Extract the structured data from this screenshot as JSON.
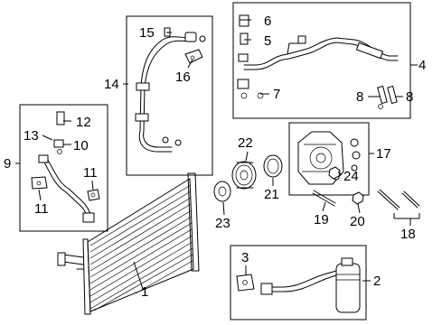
{
  "callouts": {
    "c1": "1",
    "c2": "2",
    "c3": "3",
    "c4": "4",
    "c5": "5",
    "c6": "6",
    "c7": "7",
    "c8a": "8",
    "c8b": "8",
    "c9": "9",
    "c10": "10",
    "c11a": "11",
    "c11b": "11",
    "c12": "12",
    "c13": "13",
    "c14": "14",
    "c15": "15",
    "c16": "16",
    "c17": "17",
    "c18": "18",
    "c19": "19",
    "c20": "20",
    "c21": "21",
    "c22": "22",
    "c23": "23",
    "c24": "24"
  }
}
